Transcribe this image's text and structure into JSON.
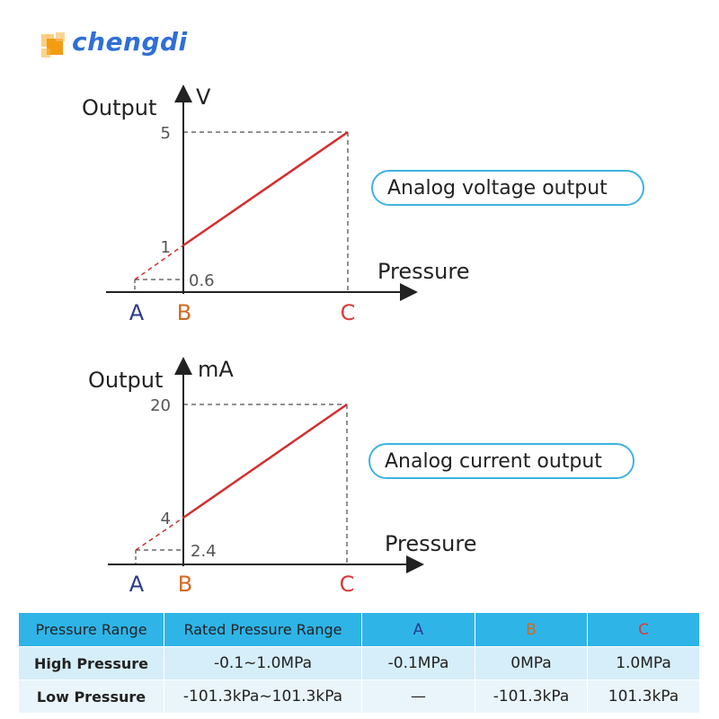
{
  "brand": {
    "name": "Chengdi",
    "logo_text": "chengdi"
  },
  "voltage_chart": {
    "y_label": "Output",
    "y_unit": "V",
    "x_label": "Pressure",
    "ticks": {
      "top": "5",
      "mid": "1",
      "low": "0.6"
    },
    "points": {
      "a": "A",
      "b": "B",
      "c": "C"
    },
    "badge": "Analog voltage output"
  },
  "current_chart": {
    "y_label": "Output",
    "y_unit": "mA",
    "x_label": "Pressure",
    "ticks": {
      "top": "20",
      "mid": "4",
      "low": "2.4"
    },
    "points": {
      "a": "A",
      "b": "B",
      "c": "C"
    },
    "badge": "Analog current output"
  },
  "colors": {
    "a": "#2b3a8f",
    "b": "#d2691e",
    "c": "#d93a3a",
    "line": "#d32f2f",
    "badge_border": "#3fb3e0",
    "table_header": "#2fb4e8"
  },
  "table": {
    "headers": [
      "Pressure Range",
      "Rated Pressure Range",
      "A",
      "B",
      "C"
    ],
    "rows": [
      [
        "High Pressure",
        "-0.1~1.0MPa",
        "-0.1MPa",
        "0MPa",
        "1.0MPa"
      ],
      [
        "Low Pressure",
        "-101.3kPa~101.3kPa",
        "—",
        "-101.3kPa",
        "101.3kPa"
      ]
    ]
  }
}
